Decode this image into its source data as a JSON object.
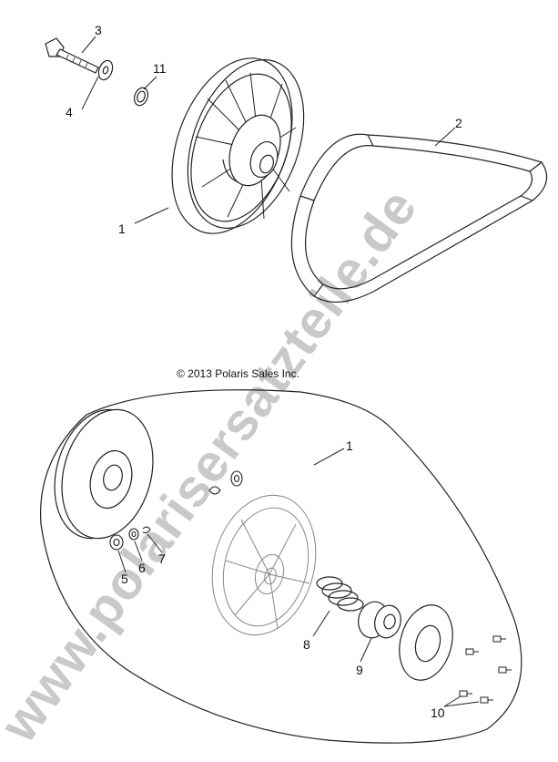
{
  "watermark": "www.polarisersatzteile.de",
  "copyright": "© 2013 Polaris Sales Inc.",
  "callouts": {
    "c1_top": "1",
    "c2": "2",
    "c3": "3",
    "c4": "4",
    "c11": "11",
    "c1_bottom": "1",
    "c5": "5",
    "c6": "6",
    "c7": "7",
    "c8": "8",
    "c9": "9",
    "c10": "10"
  }
}
